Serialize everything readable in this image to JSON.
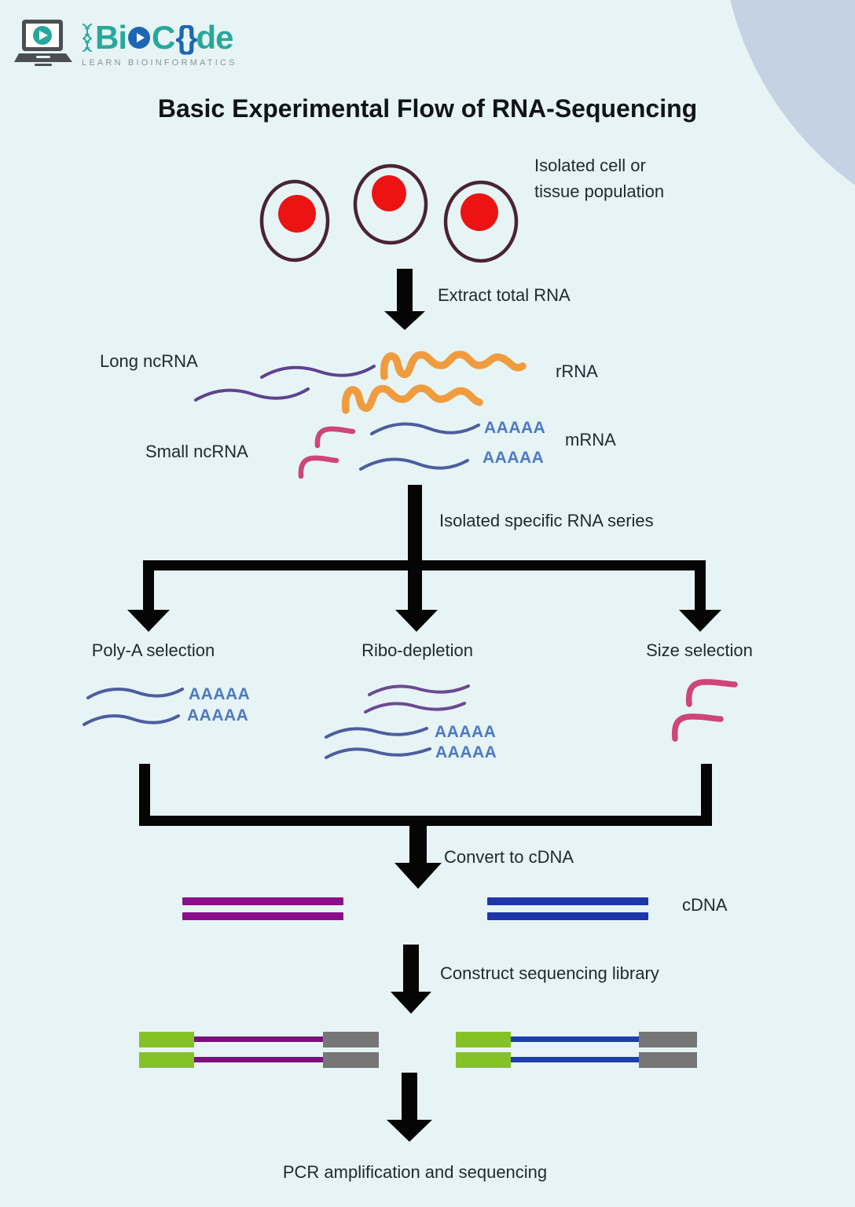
{
  "logo": {
    "brand": {
      "bio_prefix": "Bi",
      "code_c": "C",
      "braces": "{}",
      "code_suffix": "de"
    },
    "tagline": "LEARN BIOINFORMATICS"
  },
  "title": "Basic Experimental Flow of RNA-Sequencing",
  "cells": {
    "label_line1": "Isolated cell or",
    "label_line2": "tissue population"
  },
  "flow": {
    "extract": "Extract total RNA",
    "isolate": "Isolated specific RNA series",
    "convert": "Convert to cDNA",
    "cdna": "cDNA",
    "construct": "Construct sequencing library",
    "pcr": "PCR amplification and sequencing"
  },
  "rna_pool": {
    "long_ncrna": "Long ncRNA",
    "rrna": "rRNA",
    "small_ncrna": "Small ncRNA",
    "mrna": "mRNA",
    "polya": "AAAAA"
  },
  "branches": [
    {
      "label": "Poly-A selection"
    },
    {
      "label": "Ribo-depletion"
    },
    {
      "label": "Size selection"
    }
  ],
  "colors": {
    "background": "#e7f4f5",
    "corner_circle": "#c5d2e3",
    "cell_membrane": "#4a2433",
    "nucleus": "#ee1313",
    "long_ncrna_strand": "#5e4390",
    "rrna_strand": "#f09c3e",
    "small_ncrna_strand": "#cf4479",
    "mrna_strand": "#4d5d9e",
    "polya_text": "#4d79c0",
    "cdna_purple": "#8b0f8b",
    "cdna_blue": "#1f36aa",
    "adapter_green": "#85c226",
    "adapter_gray": "#767676",
    "arrow": "#050505",
    "logo_teal": "#28a89b",
    "logo_blue": "#1d66b5"
  }
}
